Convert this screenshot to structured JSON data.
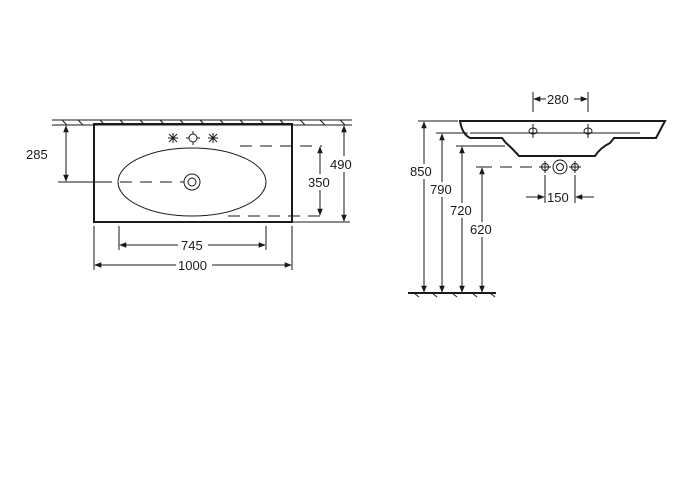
{
  "top_view": {
    "wall_offset": "285",
    "bowl_width": "745",
    "overall_width": "1000",
    "bowl_depth": "350",
    "overall_depth": "490"
  },
  "side_view": {
    "tap_spacing": "280",
    "trap_spacing": "150",
    "height_top": "850",
    "height_underside": "790",
    "height_bowl_underside": "720",
    "height_waste_outlet": "620"
  },
  "colors": {
    "line": "#1a1a1a",
    "background": "#ffffff"
  }
}
